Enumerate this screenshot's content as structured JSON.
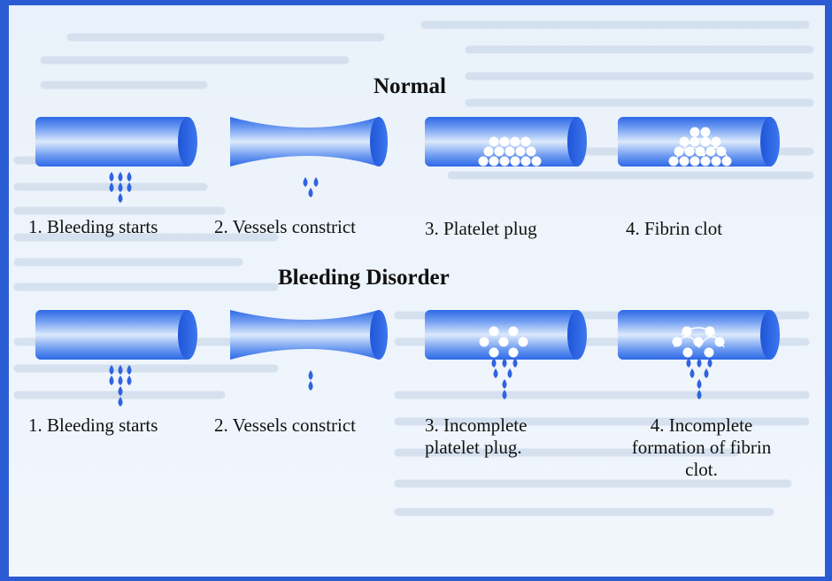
{
  "rows": [
    {
      "title": "Normal",
      "captions": [
        "1. Bleeding starts",
        "2. Vessels constrict",
        "3. Platelet plug",
        "4. Fibrin clot"
      ]
    },
    {
      "title": "Bleeding Disorder",
      "captions": [
        "1. Bleeding starts",
        "2. Vessels constrict",
        "3. Incomplete platelet plug.",
        "4. Incomplete formation of fibrin clot."
      ]
    }
  ],
  "colors": {
    "border": "#2a5bd2",
    "background": "#eef4fb",
    "vessel_dark": "#2d68e6",
    "vessel_light": "#dbe9fb",
    "blood_drop": "#2f63e0",
    "platelet": "#ffffff"
  },
  "icons": [
    "blood-vessel-icon",
    "constricted-vessel-icon",
    "blood-drop-icon",
    "platelet-icon",
    "fibrin-strand-icon"
  ]
}
